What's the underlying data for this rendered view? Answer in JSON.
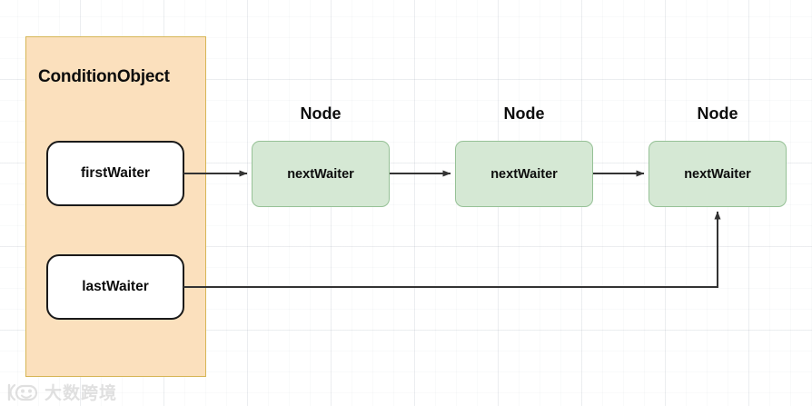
{
  "diagram": {
    "title_container": "ConditionObject",
    "container": {
      "label": "ConditionObject",
      "fill_color": "#fbe0bd",
      "border_color": "#d6b656",
      "fields": [
        {
          "label": "firstWaiter"
        },
        {
          "label": "lastWaiter"
        }
      ]
    },
    "nodes": [
      {
        "header": "Node",
        "label": "nextWaiter"
      },
      {
        "header": "Node",
        "label": "nextWaiter"
      },
      {
        "header": "Node",
        "label": "nextWaiter"
      }
    ],
    "node_fill_color": "#d5e8d4",
    "node_border_color": "#96c196",
    "edge_color": "#333333",
    "edges": [
      {
        "from": "firstWaiter",
        "to": "node-1"
      },
      {
        "from": "node-1",
        "to": "node-2"
      },
      {
        "from": "node-2",
        "to": "node-3"
      },
      {
        "from": "lastWaiter",
        "to": "node-3"
      }
    ]
  },
  "watermark": {
    "text": "大数跨境",
    "logo_icon": "camera-smiley-logo-icon"
  }
}
